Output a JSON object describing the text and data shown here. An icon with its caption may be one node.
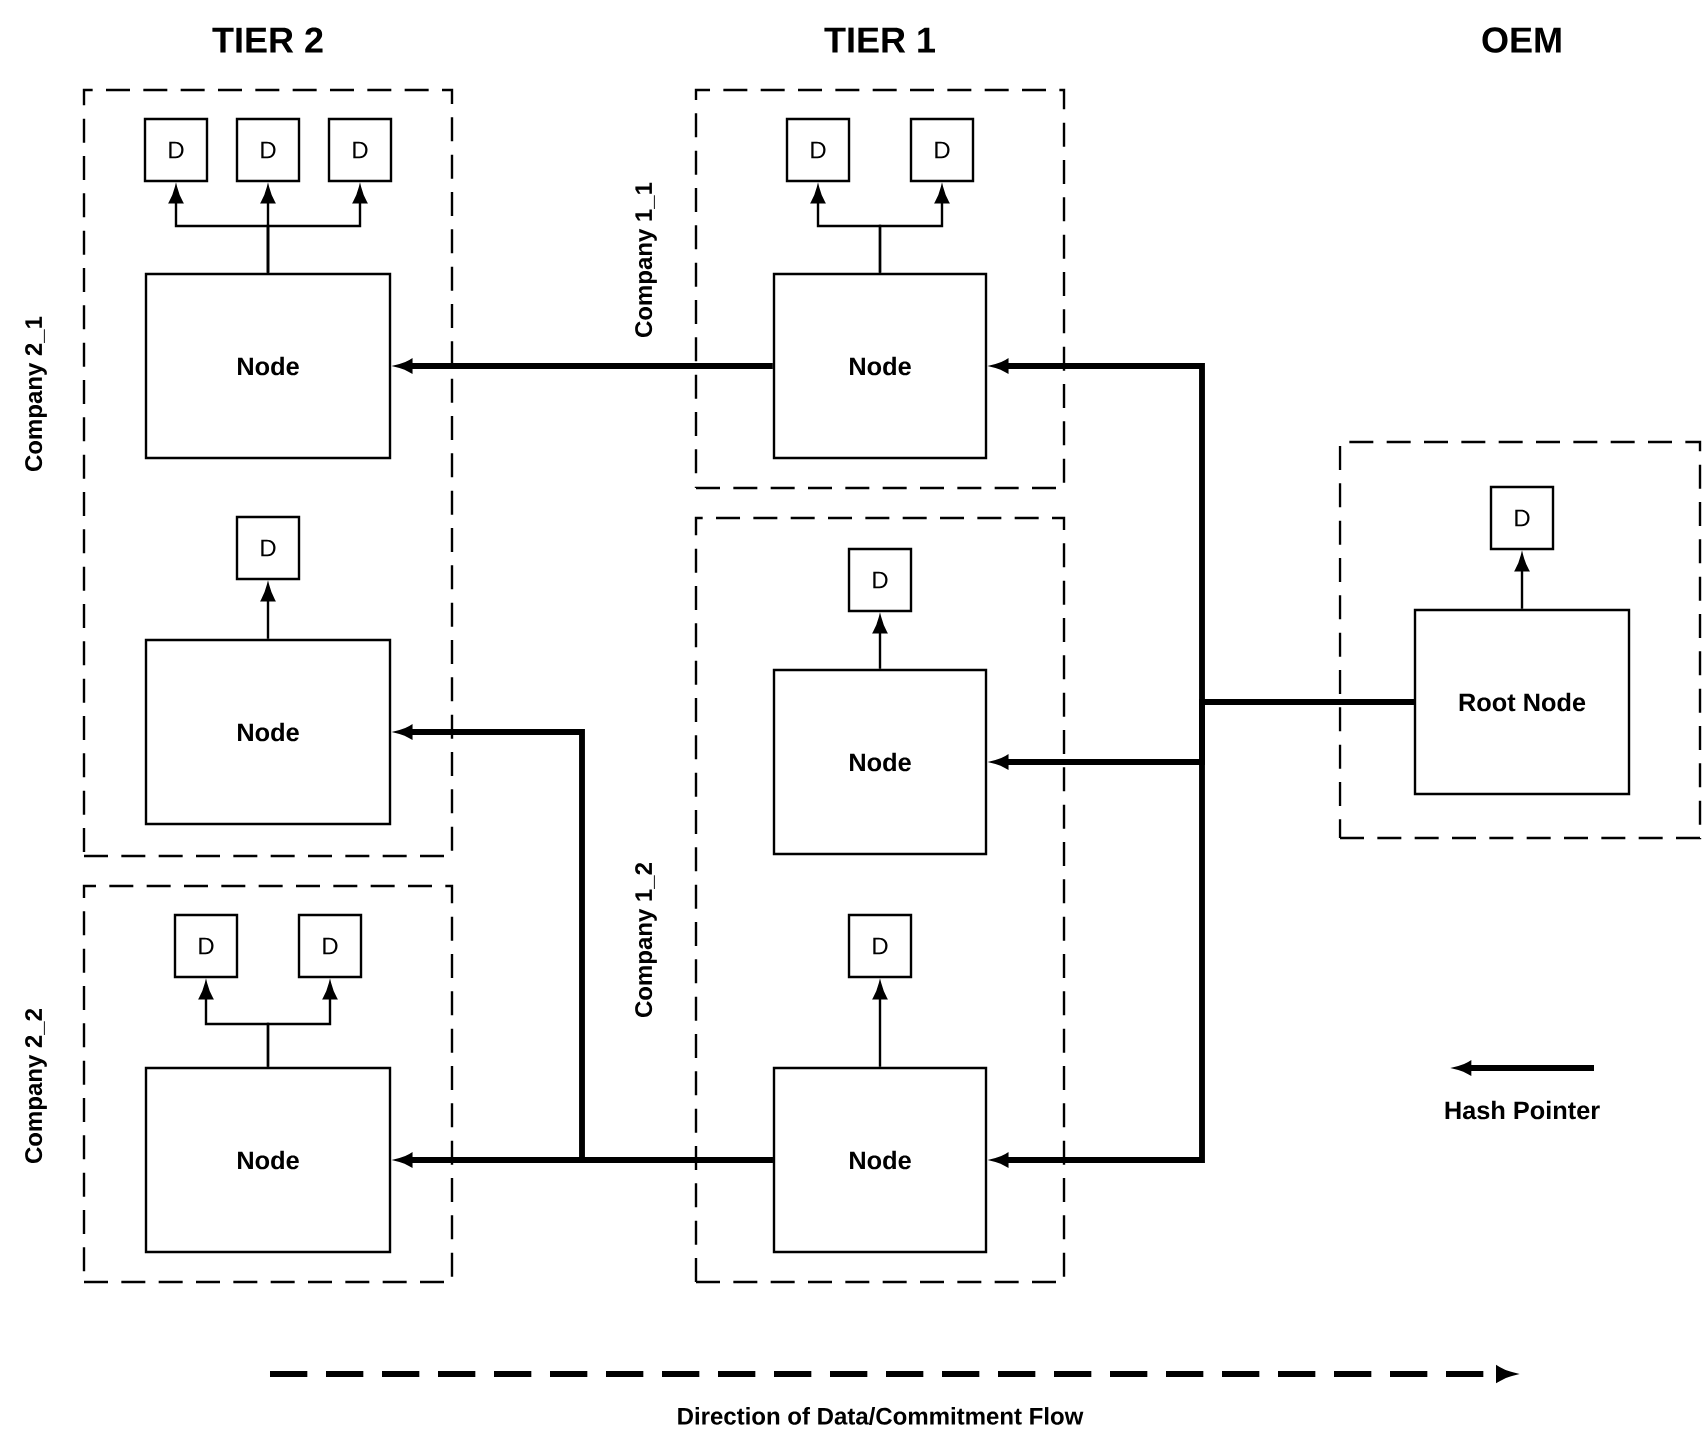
{
  "diagram": {
    "nodes": [
      {
        "text": [
          "Company 2_1"
        ]
      },
      {
        "text": [
          "D"
        ],
        "in": 0
      },
      {
        "text": [
          "D"
        ],
        "in": 0
      },
      {
        "text": [
          "D"
        ],
        "in": 0
      },
      {
        "text": [
          "Node"
        ],
        "in": 0
      },
      {
        "text": [
          "D"
        ],
        "in": 0
      },
      {
        "text": [
          "Node"
        ],
        "in": 0
      },
      {
        "text": [
          "Company 2_2"
        ]
      },
      {
        "text": [
          "D"
        ],
        "in": 7
      },
      {
        "text": [
          "D"
        ],
        "in": 7
      },
      {
        "text": [
          "Node"
        ],
        "in": 7
      },
      {
        "text": [
          "Company 1_1"
        ]
      },
      {
        "text": [
          "D"
        ],
        "in": 11
      },
      {
        "text": [
          "D"
        ],
        "in": 11
      },
      {
        "text": [
          "Node"
        ],
        "in": 11
      },
      {
        "text": [
          "Company 1_2"
        ]
      },
      {
        "text": [
          "D"
        ],
        "in": 15
      },
      {
        "text": [
          "Node"
        ],
        "in": 15
      },
      {
        "text": [
          "D"
        ],
        "in": 15
      },
      {
        "text": [
          "Node"
        ],
        "in": 15
      },
      {
        "text": [],
        "shape": "box"
      },
      {
        "text": [
          "D"
        ],
        "in": 20
      },
      {
        "text": [
          "Root Node"
        ],
        "in": 20
      }
    ],
    "edges": [
      {
        "from": 4,
        "to": 1,
        "arrow": "to"
      },
      {
        "from": 4,
        "to": 2,
        "arrow": "to"
      },
      {
        "from": 4,
        "to": 3,
        "arrow": "to"
      },
      {
        "from": 6,
        "to": 5,
        "arrow": "to"
      },
      {
        "from": 10,
        "to": 8,
        "arrow": "to"
      },
      {
        "from": 10,
        "to": 9,
        "arrow": "to"
      },
      {
        "from": 14,
        "to": 12,
        "arrow": "to"
      },
      {
        "from": 14,
        "to": 13,
        "arrow": "to"
      },
      {
        "from": 17,
        "to": 16,
        "arrow": "to"
      },
      {
        "from": 19,
        "to": 18,
        "arrow": "to"
      },
      {
        "from": 22,
        "to": 21,
        "arrow": "to"
      },
      {
        "from": 22,
        "to": 14,
        "arrow": "to",
        "style": "thick"
      },
      {
        "from": 22,
        "to": 17,
        "arrow": "to",
        "style": "thick"
      },
      {
        "from": 22,
        "to": 19,
        "arrow": "to",
        "style": "thick"
      },
      {
        "from": 14,
        "to": 4,
        "arrow": "to",
        "style": "thick"
      },
      {
        "from": 19,
        "to": 10,
        "arrow": "to",
        "style": "thick"
      },
      {
        "from": 19,
        "to": 6,
        "arrow": "to",
        "style": "thick"
      }
    ],
    "labels": [
      "TIER 2",
      "TIER 1",
      "OEM",
      "Direction of Data/Commitment Flow"
    ],
    "legend": [
      {
        "text": "Hash Pointer"
      }
    ]
  }
}
